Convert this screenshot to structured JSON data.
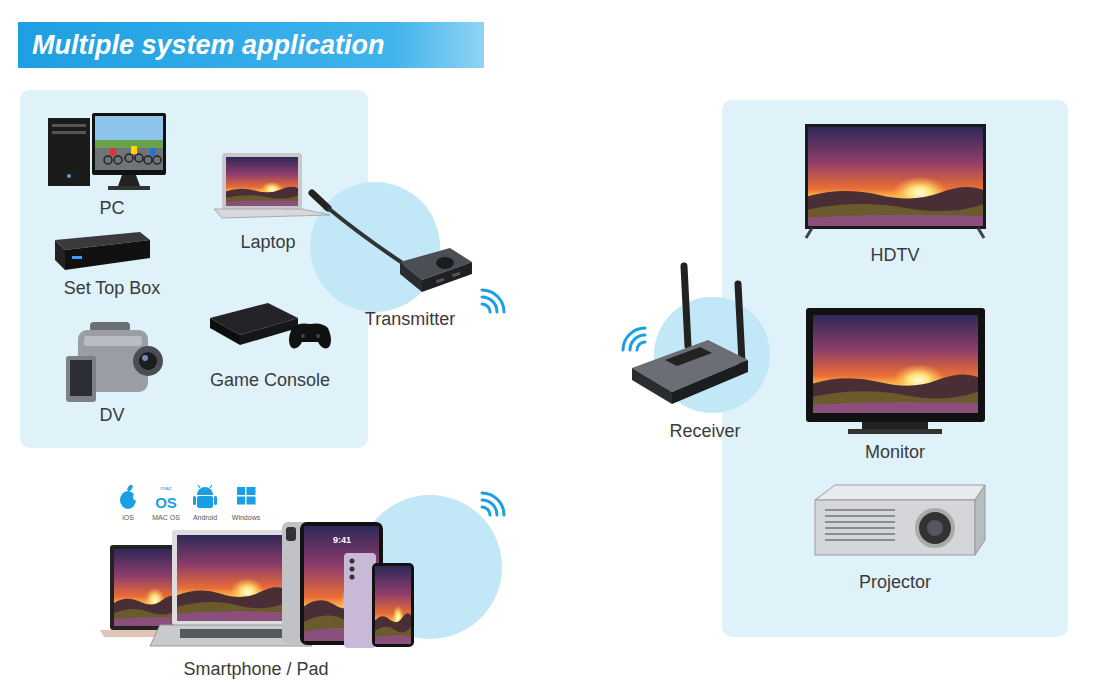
{
  "diagram": {
    "title": "Multiple system application",
    "nodes": [
      {
        "text": [
          "Transmitter"
        ]
      },
      {
        "text": [
          "Receiver"
        ]
      },
      {
        "text": [
          "Smartphone / Pad"
        ]
      }
    ],
    "labels": [
      "PC",
      "Laptop",
      "Set Top Box",
      "Game Console",
      "DV",
      "HDTV",
      "Monitor",
      "Projector",
      "mac",
      "OS",
      "iOS",
      "MAC OS",
      "Android",
      "Windows",
      "9:41"
    ]
  }
}
